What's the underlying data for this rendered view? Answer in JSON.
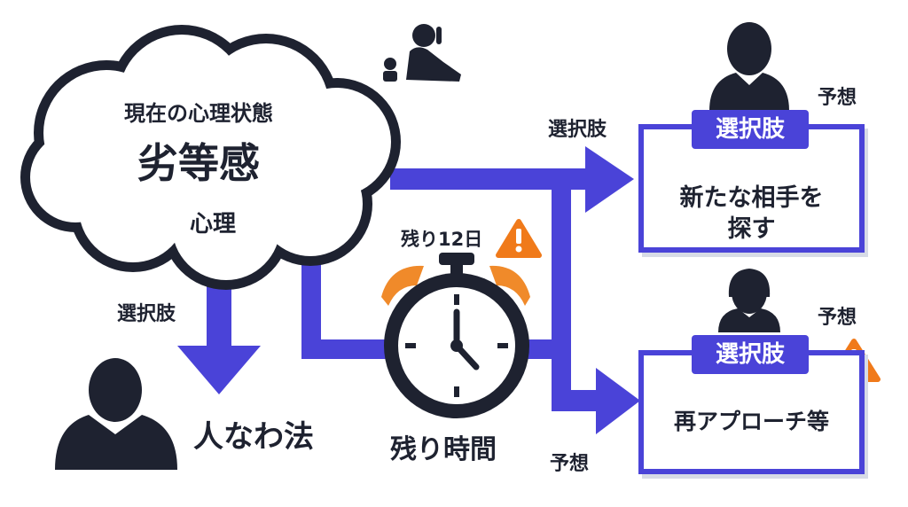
{
  "cloud": {
    "subtitle": "現在の心理状態",
    "title": "劣等感",
    "caption": "心理"
  },
  "left_branch": {
    "arrow_label": "選択肢",
    "result": "人なわ法"
  },
  "timer": {
    "remaining_label": "残り12日",
    "caption": "残り時間"
  },
  "top_branch": {
    "arrow_label": "選択肢",
    "prediction": "予想",
    "tag": "選択肢",
    "text_line1": "新たな相手を",
    "text_line2": "探す"
  },
  "bottom_branch": {
    "arrow_label": "予想",
    "prediction": "予想",
    "tag": "選択肢",
    "text": "再アプローチ等"
  },
  "colors": {
    "accent": "#4a43d8",
    "dark": "#1e2230",
    "warning": "#f07a1a",
    "bell": "#f08a2a"
  },
  "icons": [
    "person-sitting-icon",
    "person-male-icon",
    "person-female-icon",
    "warning-icon",
    "alarm-clock-icon"
  ]
}
